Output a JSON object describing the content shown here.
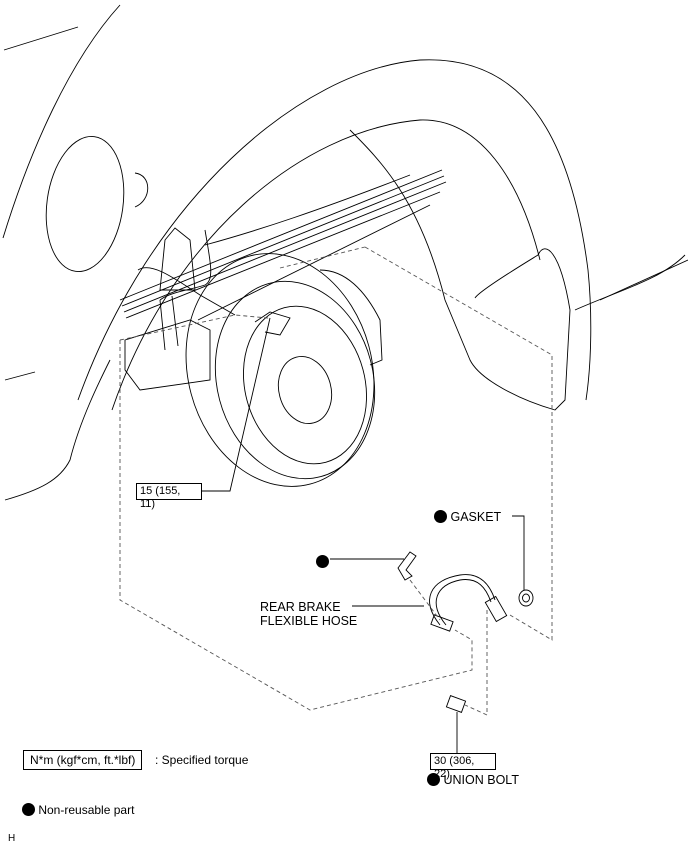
{
  "figure": {
    "figure_code": "H"
  },
  "callouts": {
    "torque_upper": {
      "line1": "15 (155,",
      "line2": "11)"
    },
    "torque_lower": {
      "line1": "30 (306,",
      "line2": "22)"
    },
    "gasket": "GASKET",
    "clip": "",
    "hose_line1": "REAR BRAKE",
    "hose_line2": "FLEXIBLE HOSE",
    "union_bolt": "UNION BOLT"
  },
  "legend": {
    "torque_units": "N*m (kgf*cm, ft.*lbf)",
    "torque_desc": ": Specified torque",
    "non_reusable": "Non-reusable part"
  },
  "colors": {
    "line": "#000000",
    "background": "#ffffff",
    "dashed": "#555555"
  }
}
